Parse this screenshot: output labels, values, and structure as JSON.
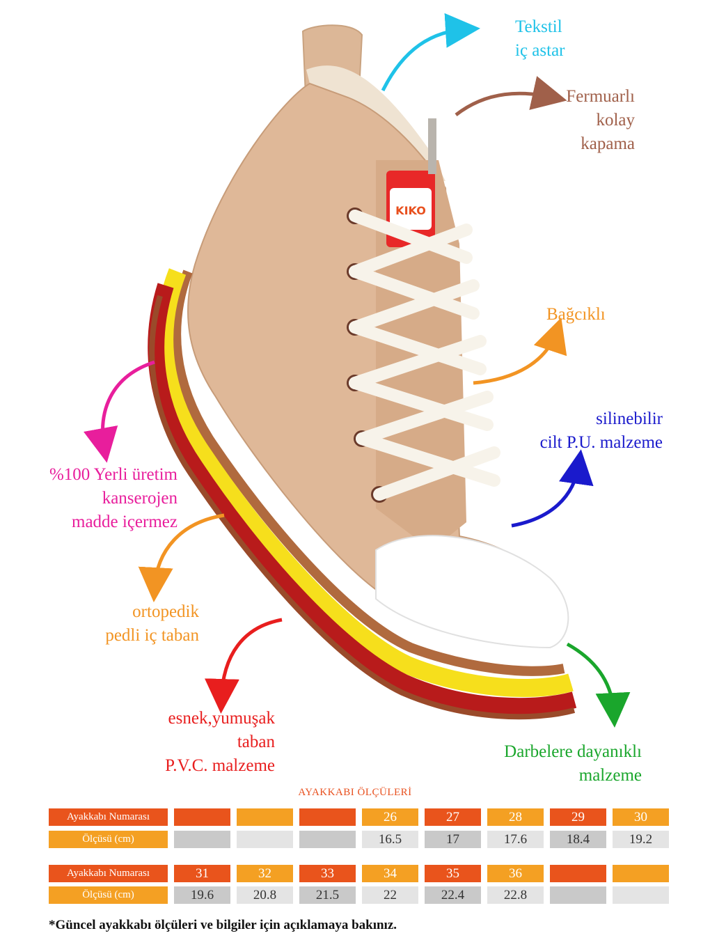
{
  "callouts": {
    "textile": {
      "lines": [
        "Tekstil",
        "iç astar"
      ],
      "color": "#1fc2e8"
    },
    "zipper": {
      "lines": [
        "Fermuarlı",
        "kolay",
        "kapama"
      ],
      "color": "#a0604a"
    },
    "laces": {
      "lines": [
        "Bağcıklı"
      ],
      "color": "#f29423"
    },
    "pu": {
      "lines": [
        "silinebilir",
        "cilt P.U. malzeme"
      ],
      "color": "#1a1acc"
    },
    "local": {
      "lines": [
        "%100 Yerli üretim",
        "kanserojen",
        "madde içermez"
      ],
      "color": "#e81e9c"
    },
    "insole": {
      "lines": [
        "ortopedik",
        "pedli iç taban"
      ],
      "color": "#f29423"
    },
    "sole": {
      "lines": [
        "esnek,yumuşak",
        "taban",
        "P.V.C. malzeme"
      ],
      "color": "#e81e1e"
    },
    "durable": {
      "lines": [
        "Darbelere dayanıklı",
        "malzeme"
      ],
      "color": "#1aa62c"
    }
  },
  "brand": {
    "logo_text": "KIKO"
  },
  "size_table": {
    "title": "AYAKKABI ÖLÇÜLERİ",
    "row_header_size": "Ayakkabı Numarası",
    "row_header_length": "Ölçüsü (cm)",
    "block1": {
      "sizes": [
        "",
        "",
        "",
        "26",
        "27",
        "28",
        "29",
        "30"
      ],
      "lengths": [
        "",
        "",
        "",
        "16.5",
        "17",
        "17.6",
        "18.4",
        "19.2"
      ]
    },
    "block2": {
      "sizes": [
        "31",
        "32",
        "33",
        "34",
        "35",
        "36",
        "",
        ""
      ],
      "lengths": [
        "19.6",
        "20.8",
        "21.5",
        "22",
        "22.4",
        "22.8",
        "",
        ""
      ]
    },
    "colors": {
      "orange": "#e9541c",
      "amber": "#f4a023",
      "gray_dark": "#c9c9c9",
      "gray_light": "#e4e4e4"
    }
  },
  "footnote": "*Güncel ayakkabı ölçüleri ve bilgiler için açıklamaya bakınız."
}
